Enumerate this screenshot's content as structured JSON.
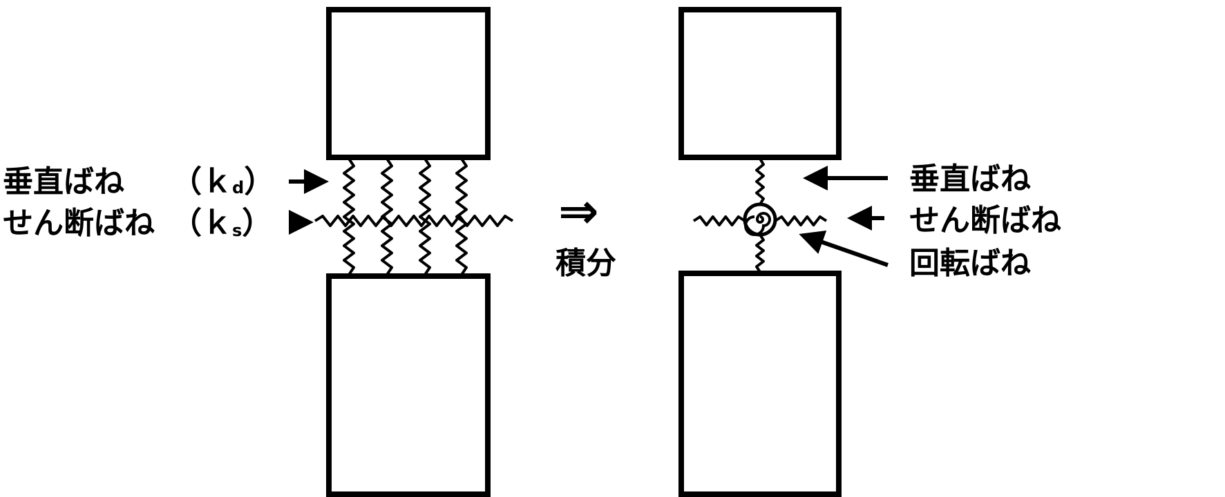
{
  "left": {
    "vertical_label": "垂直ばね",
    "vertical_symbol": "（ｋ",
    "vertical_sub": "d",
    "vertical_close": "）",
    "shear_label": "せん断ばね",
    "shear_symbol": "（ｋ",
    "shear_sub": "s",
    "shear_close": "）",
    "vertical_spring_count": 4
  },
  "transform": {
    "arrow": "⇒",
    "label": "積分"
  },
  "right": {
    "vertical_label": "垂直ばね",
    "shear_label": "せん断ばね",
    "rotation_label": "回転ばね"
  }
}
